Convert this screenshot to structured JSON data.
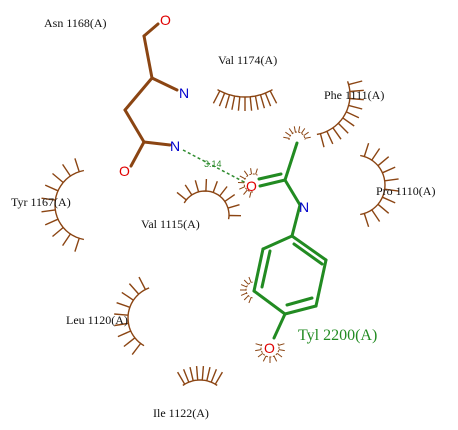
{
  "colors": {
    "residue": "#8B4513",
    "ligand": "#228B22",
    "oxygen": "#E00000",
    "nitrogen": "#0000CC",
    "hbond": "#2E8B2E",
    "text": "#111111"
  },
  "residues": {
    "asn": "Asn 1168(A)",
    "val1174": "Val 1174(A)",
    "phe": "Phe 1111(A)",
    "tyr": "Tyr 1167(A)",
    "val1115": "Val 1115(A)",
    "pro": "Pro 1110(A)",
    "leu": "Leu 1120(A)",
    "ile": "Ile 1122(A)"
  },
  "ligand": {
    "name": "Tyl 2200(A)"
  },
  "atoms": {
    "o": "O",
    "n": "N"
  },
  "hbond": {
    "distance": "3.14"
  }
}
